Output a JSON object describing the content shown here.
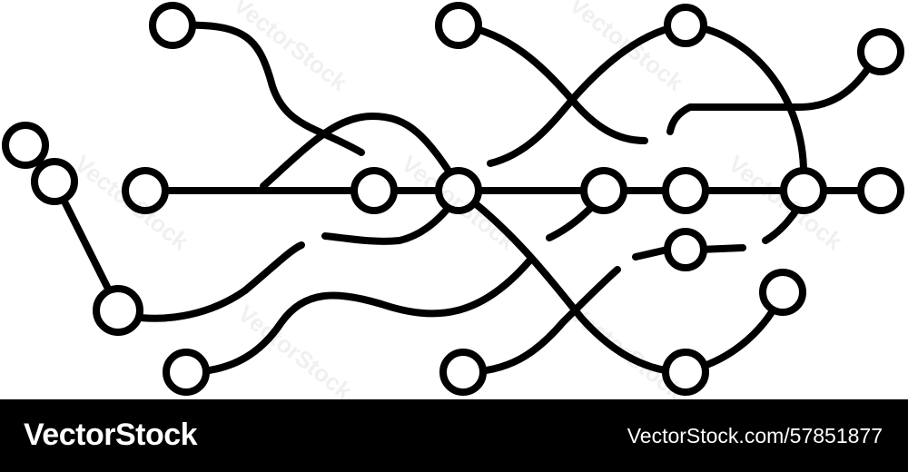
{
  "artwork": {
    "watermark_text": "VectorStock",
    "colors": {
      "stroke": "#000000",
      "background": "#ffffff"
    }
  },
  "footer": {
    "brand": "VectorStock",
    "stock_id": "VectorStock.com/57851877",
    "colors": {
      "background": "#000000",
      "text": "#ffffff"
    }
  }
}
